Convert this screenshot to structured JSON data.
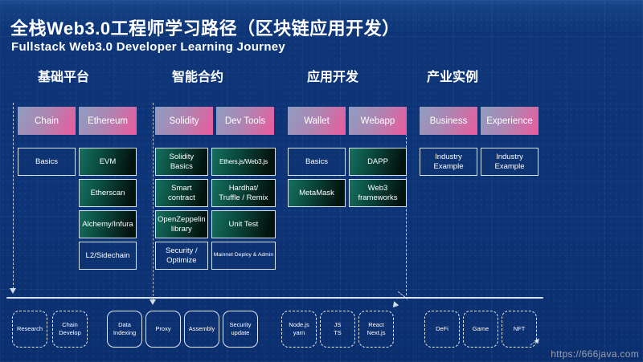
{
  "slide": {
    "title_cn": "全栈Web3.0工程师学习路径（区块链应用开发）",
    "title_en": "Fullstack Web3.0 Developer Learning Journey",
    "watermark": "https://666java.com"
  },
  "sections": [
    {
      "label": "基础平台"
    },
    {
      "label": "智能合约"
    },
    {
      "label": "应用开发"
    },
    {
      "label": "产业实例"
    }
  ],
  "columns": [
    {
      "headers": [
        "Chain",
        "Ethereum"
      ],
      "cells": [
        {
          "label": "Basics"
        },
        {
          "label": "EVM"
        },
        {
          "label": ""
        },
        {
          "label": "Etherscan"
        },
        {
          "label": ""
        },
        {
          "label": "Alchemy/Infura"
        },
        {
          "label": ""
        },
        {
          "label": "L2/Sidechain"
        }
      ]
    },
    {
      "headers": [
        "Solidity",
        "Dev Tools"
      ],
      "cells": [
        {
          "label": "Solidity\nBasics"
        },
        {
          "label": "Ethers.js/Web3.js"
        },
        {
          "label": "Smart contract"
        },
        {
          "label": "Hardhat/\nTruffle / Remix"
        },
        {
          "label": "OpenZeppelin\nlibrary"
        },
        {
          "label": "Unit Test"
        },
        {
          "label": "Security / Optimize"
        },
        {
          "label": "Mainnet Deploy & Admin"
        }
      ]
    },
    {
      "headers": [
        "Wallet",
        "Webapp"
      ],
      "cells": [
        {
          "label": "Basics"
        },
        {
          "label": "DAPP"
        },
        {
          "label": "MetaMask"
        },
        {
          "label": "Web3\nframeworks"
        }
      ]
    },
    {
      "headers": [
        "Business",
        "Experience"
      ],
      "cells": [
        {
          "label": "Industry\nExample"
        },
        {
          "label": "Industry\nExample"
        }
      ]
    }
  ],
  "bottom": {
    "groups": [
      {
        "items": [
          "Research",
          "Chain\nDevelop"
        ]
      },
      {
        "items": [
          "Data\nIndexing",
          "Proxy",
          "Assembly",
          "Security\nupdate"
        ]
      },
      {
        "items": [
          "Node.js\nyarn",
          "JS\nTS",
          "React\nNext.js"
        ]
      },
      {
        "items": [
          "DeFi",
          "Game",
          "NFT"
        ]
      }
    ]
  },
  "colors": {
    "background": "#0d3477",
    "header_gradient_start": "#8f9dc1",
    "header_gradient_end": "#ec5a9c",
    "teal_gradient_start": "#157061",
    "teal_gradient_end": "#03130e",
    "box_border": "#e4edfa",
    "divider_line": "#e6edf8",
    "watermark_text": "#9aa0ac"
  }
}
